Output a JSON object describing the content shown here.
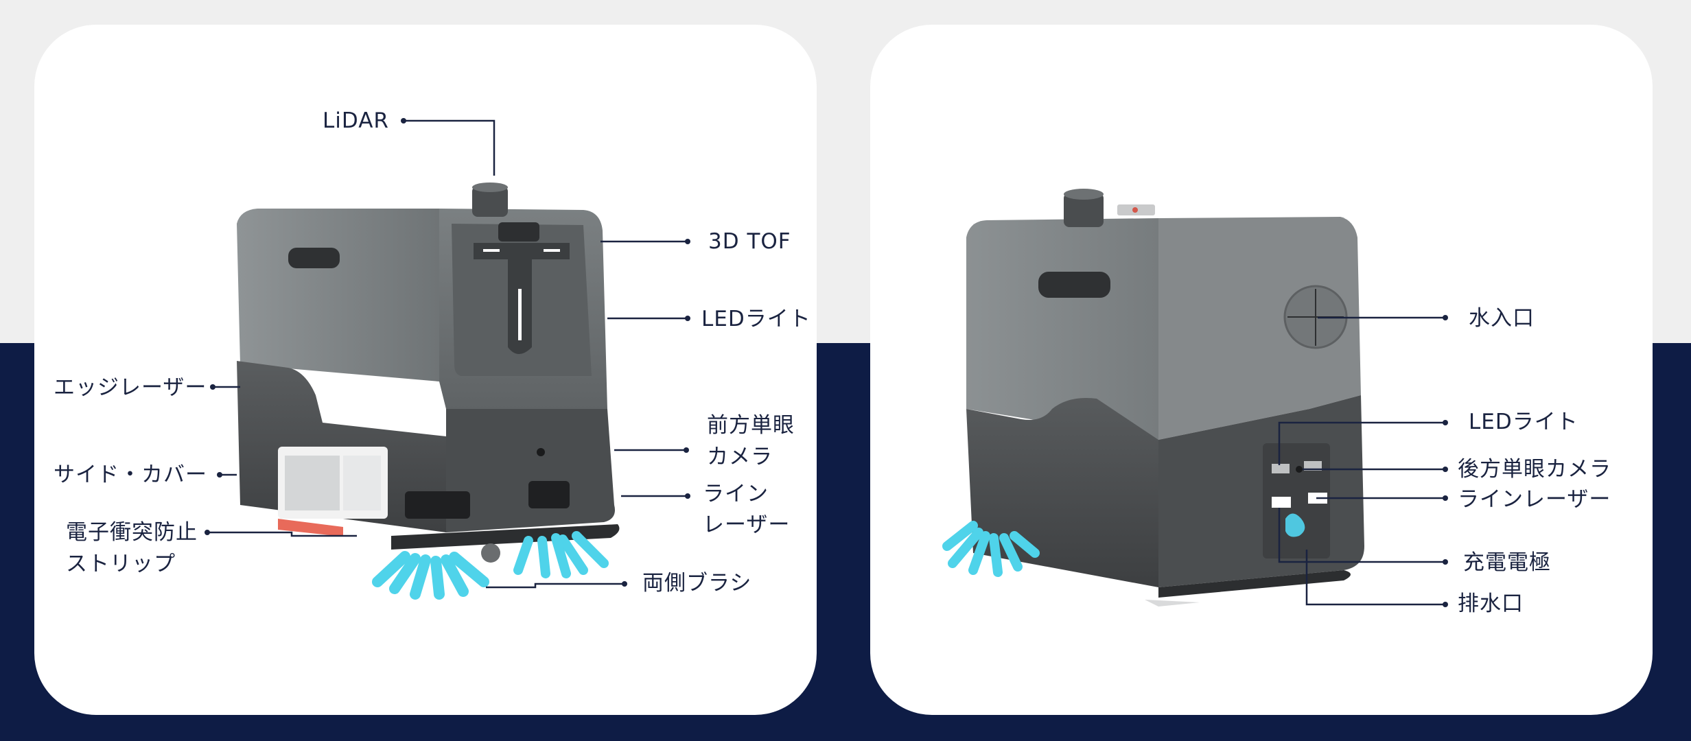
{
  "colors": {
    "background_top": "#efefef",
    "background_bottom": "#0e1c45",
    "card": "#ffffff",
    "callout_line": "#1a2340",
    "robot_body_light": "#8e9395",
    "robot_body_dark": "#4f5254",
    "brush_blue": "#4fd3ea",
    "bumper_strip": "#e86a5a"
  },
  "front_view": {
    "labels": {
      "lidar": "LiDAR",
      "tof": "3D TOF",
      "led": "LEDライト",
      "edge_laser": "エッジレーザー",
      "front_camera_1": "前方単眼",
      "front_camera_2": "カメラ",
      "side_cover": "サイド・カバー",
      "line_laser_1": "ライン",
      "line_laser_2": "レーザー",
      "bumper_1": "電子衝突防止",
      "bumper_2": "ストリップ",
      "side_brush": "両側ブラシ"
    }
  },
  "rear_view": {
    "labels": {
      "water_inlet": "水入口",
      "led": "LEDライト",
      "rear_camera": "後方単眼カメラ",
      "line_laser": "ラインレーザー",
      "charging": "充電電極",
      "drain": "排水口"
    }
  }
}
